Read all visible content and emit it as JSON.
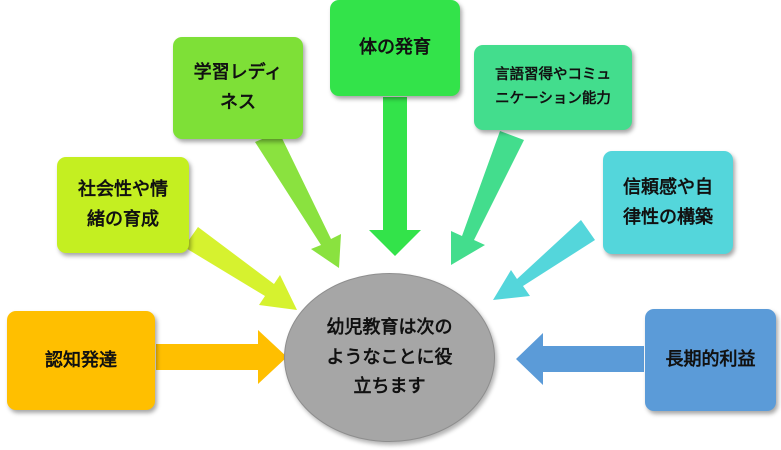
{
  "center": {
    "text": "幼児教育は次の\nようなことに役\n立ちます",
    "color": "#a6a6a6"
  },
  "benefits": [
    {
      "id": "ninchi",
      "label": "認知発達",
      "color": "#ffbf00"
    },
    {
      "id": "shakai",
      "label": "社会性や情\n緒の育成",
      "color": "#c4ef21"
    },
    {
      "id": "gakushu",
      "label": "学習レディ\nネス",
      "color": "#7ee037"
    },
    {
      "id": "karada",
      "label": "体の発育",
      "color": "#33e34a"
    },
    {
      "id": "gengo",
      "label": "言語習得やコミュ\nニケーション能力",
      "color": "#43dd8d"
    },
    {
      "id": "shinrai",
      "label": "信頼感や自\n律性の構築",
      "color": "#54d6db"
    },
    {
      "id": "choki",
      "label": "長期的利益",
      "color": "#5b9bd8"
    }
  ]
}
